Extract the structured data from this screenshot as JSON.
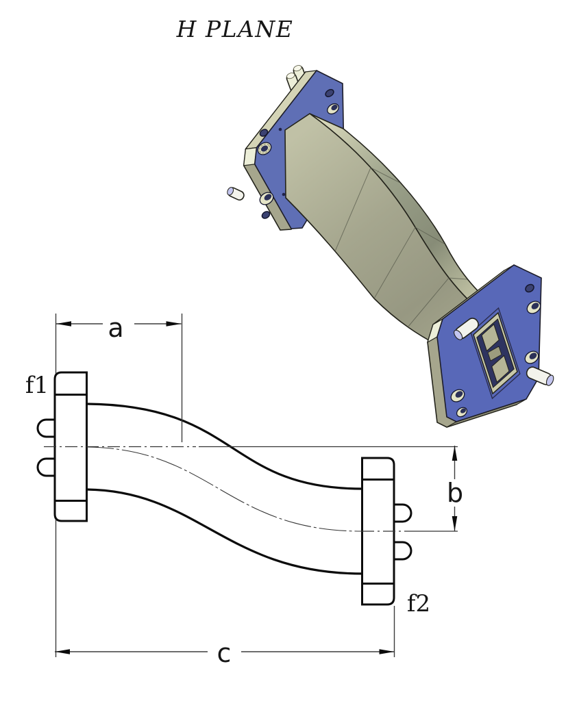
{
  "title": {
    "text": "H PLANE"
  },
  "drawing2d": {
    "dim_a_label": "a",
    "dim_b_label": "b",
    "dim_c_label": "c",
    "flange1_label": "f1",
    "flange2_label": "f2"
  },
  "colors": {
    "background": "#ffffff",
    "line_black": "#161616",
    "dim_gray": "#3c3c3c",
    "flange_blue": "#5f6fb5",
    "flange_blue_lower": "#5868b8",
    "hole_dark": "#3b4272",
    "hole_rim_dark": "#14162e",
    "counterbore_cream": "#e4e4c6",
    "metal_khaki": "#a6a68d",
    "metal_khaki_dark": "#8d8d75",
    "metal_khaki_light": "#d4d4b6",
    "chamfer_cream": "#eceed8",
    "boss_khaki": "#c9c9aa",
    "cavity_blue": "#2e3460",
    "ridge_khaki": "#b5b596",
    "pin_white": "#f3f3ec",
    "pin_lavender": "#c3c5ef"
  }
}
